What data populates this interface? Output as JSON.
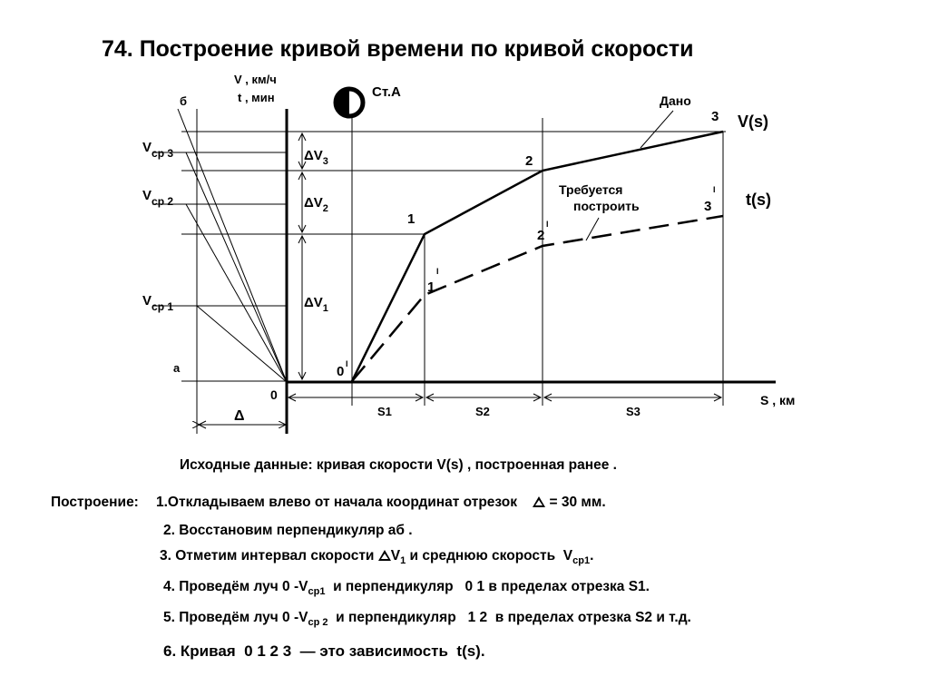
{
  "title": "74. Построение кривой времени по кривой скорости",
  "diagram": {
    "y_axis_v": "V , км/ч",
    "y_axis_t": "t , мин",
    "x_axis": "S , км",
    "station": "Ст.А",
    "given": "Дано",
    "required_1": "Требуется",
    "required_2": "построить",
    "curve_v": "V(s)",
    "curve_t": "t(s)",
    "pt_0": "0",
    "pt_0p": "0",
    "pt_1": "1",
    "pt_2": "2",
    "pt_3": "3",
    "pt_1p": "1",
    "pt_2p": "2",
    "pt_3p": "3",
    "prime": "I",
    "label_b": "б",
    "label_a": "а",
    "delta": "Δ",
    "dv3": "ΔV",
    "dv3_sub": "3",
    "dv2": "ΔV",
    "dv2_sub": "2",
    "dv1": "ΔV",
    "dv1_sub": "1",
    "vcp": "V",
    "vcp3_sub": "ср 3",
    "vcp2_sub": "ср 2",
    "vcp1_sub": "ср 1",
    "s1": "S1",
    "s2": "S2",
    "s3": "S3"
  },
  "source": {
    "text": "Исходные данные: кривая   скорости  V(s) , построенная ранее ."
  },
  "steps": {
    "head": "Построение:",
    "s1_a": "1.Откладываем влево от начала координат отрезок",
    "s1_b": "= 30 мм.",
    "s2": "2. Восстановим перпендикуляр аб .",
    "s3_a": "3. Отметим интервал скорости",
    "s3_dv": "V",
    "s3_dv_sub": "1",
    "s3_b": "и среднюю скорость",
    "s3_v": "V",
    "s3_v_sub": "ср1",
    "s3_end": ".",
    "s4_a": "4. Проведём луч 0 -",
    "s4_v": "V",
    "s4_v_sub": "ср1",
    "s4_b": "и   перпендикуляр",
    "s4_pts": "0 1",
    "s4_c": "в пределах отрезка  S1.",
    "s5_a": "5. Проведём луч 0 -",
    "s5_v": "V",
    "s5_v_sub": "ср 2",
    "s5_b": "и   перпендикуляр",
    "s5_pts": "1 2",
    "s5_c": "в пределах отрезка  S2  и т.д.",
    "s6_a": "6. Кривая",
    "s6_pts": "0 1 2 3",
    "s6_b": "—  это зависимость",
    "s6_c": "t(s)."
  }
}
